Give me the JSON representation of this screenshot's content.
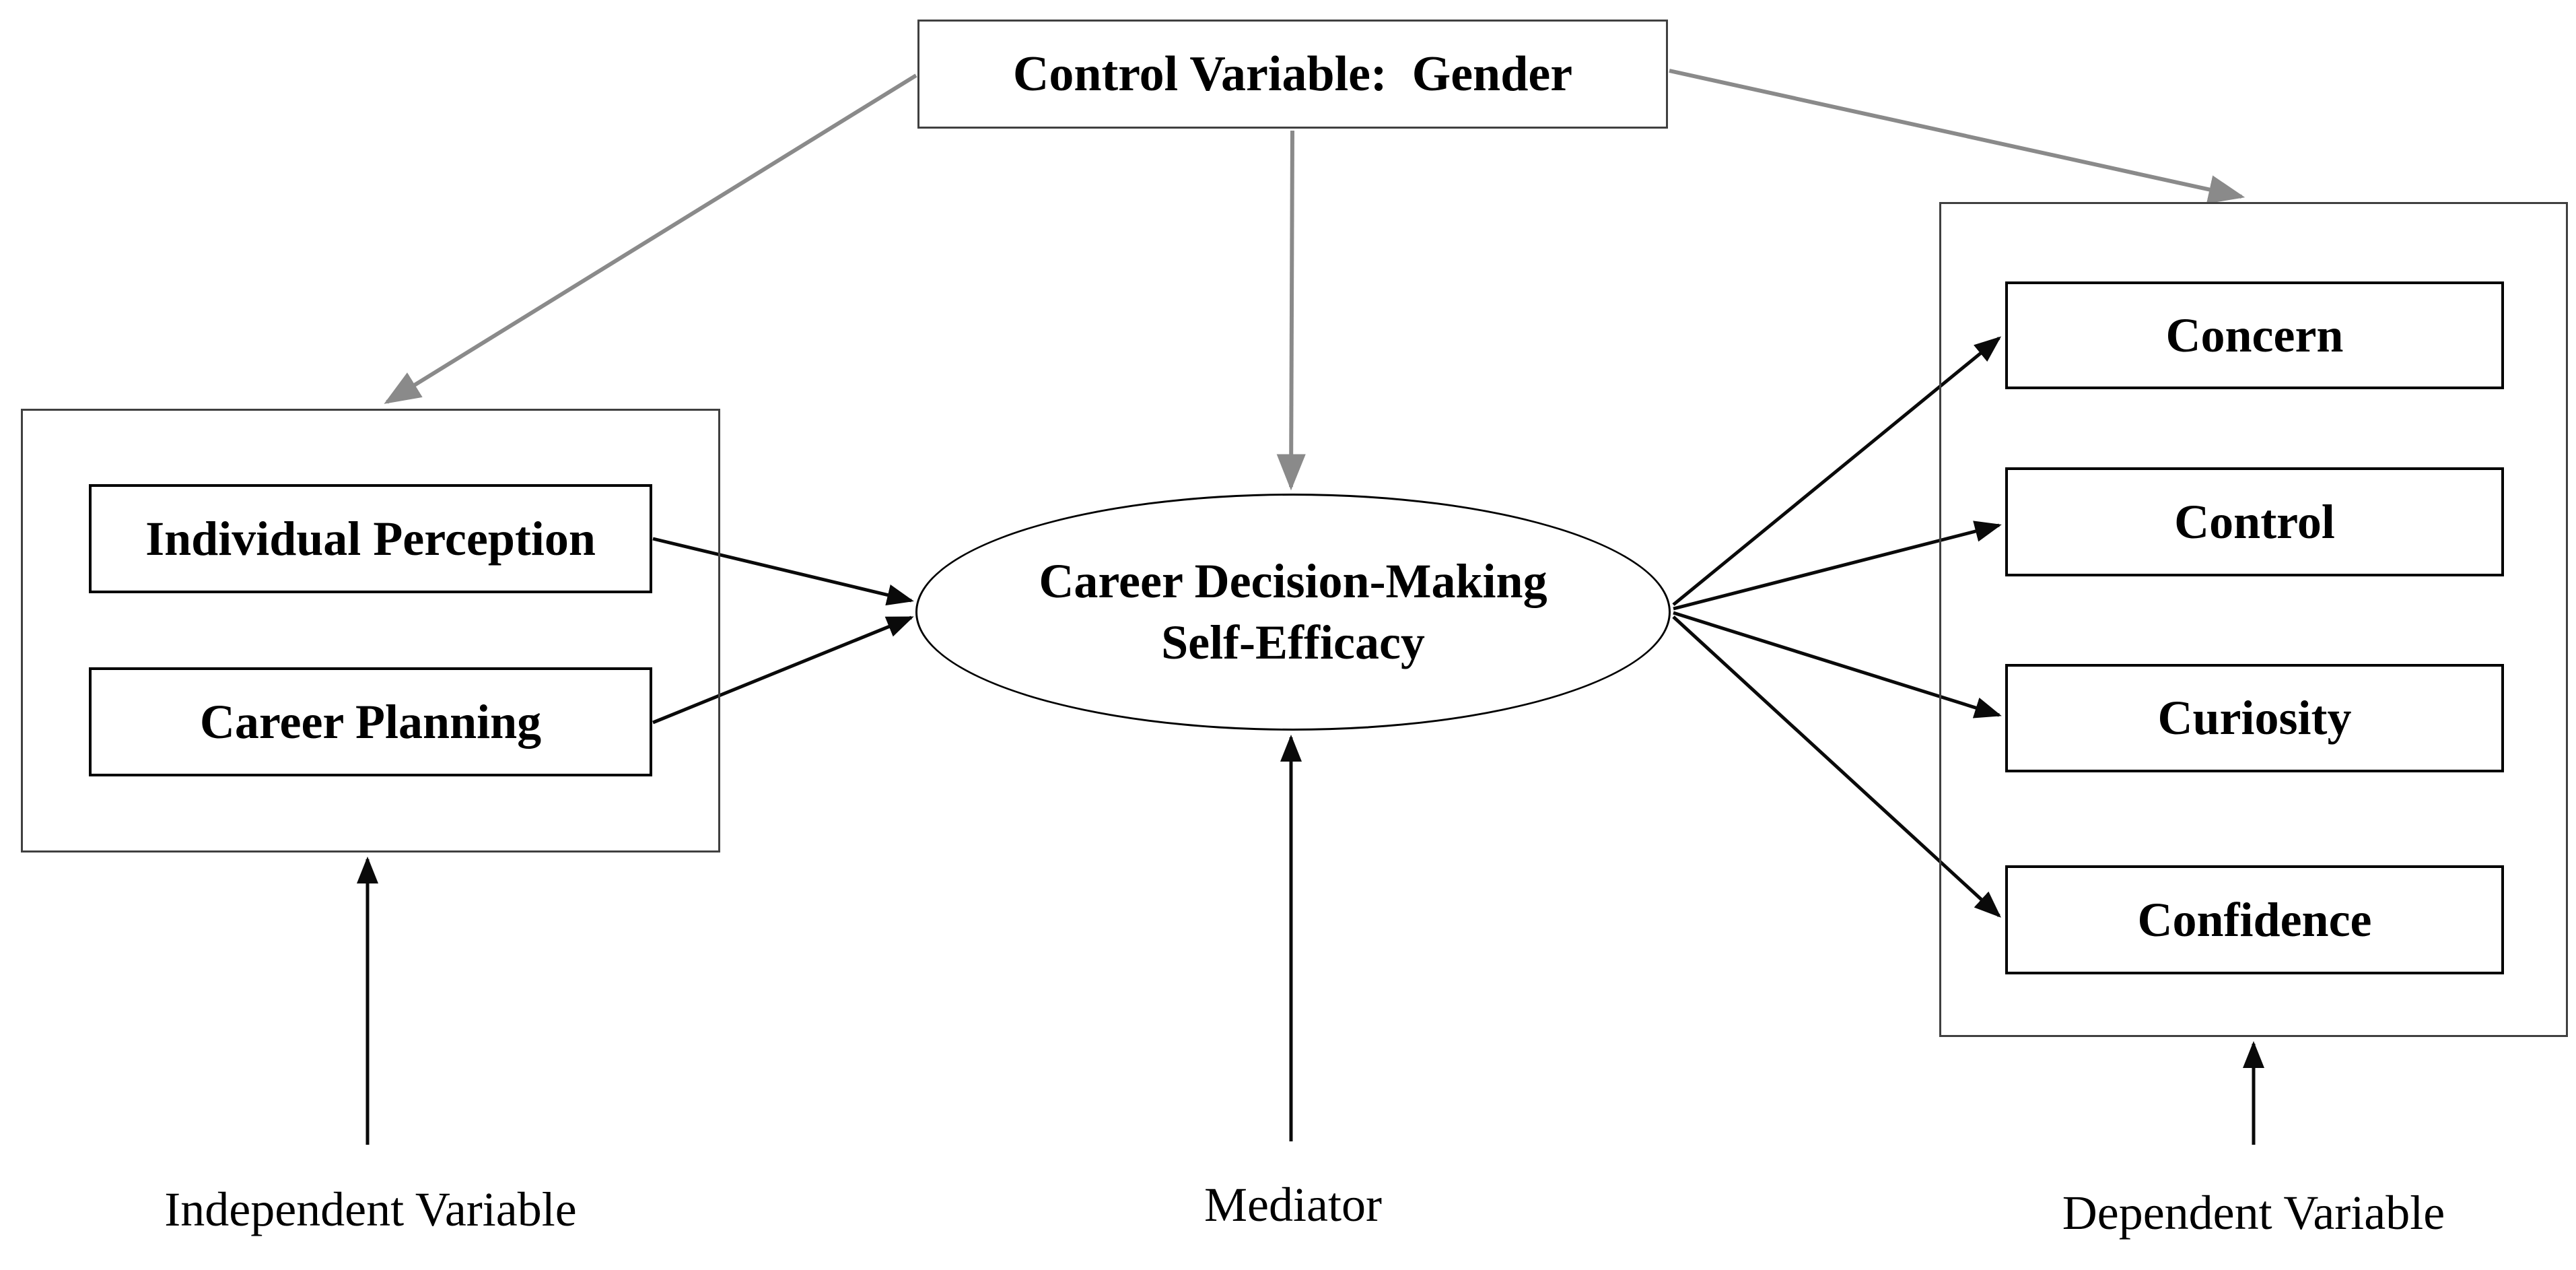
{
  "colors": {
    "background": "#ffffff",
    "black_line": "#0a0a0a",
    "gray_line": "#8a8a8a",
    "node_border": "#000000",
    "group_border": "#404040",
    "text": "#000000"
  },
  "control_variable": {
    "label": "Control Variable:  Gender"
  },
  "independent_group": {
    "items": [
      "Individual Perception",
      "Career Planning"
    ],
    "caption": "Independent Variable"
  },
  "mediator": {
    "label_line1": "Career Decision-Making",
    "label_line2": "Self-Efficacy",
    "caption": "Mediator"
  },
  "dependent_group": {
    "items": [
      "Concern",
      "Control",
      "Curiosity",
      "Confidence"
    ],
    "caption": "Dependent Variable"
  },
  "connections": [
    {
      "from": "control-variable-box",
      "to": "independent-group-box",
      "type": "gray-arrow"
    },
    {
      "from": "control-variable-box",
      "to": "mediator-ellipse",
      "type": "gray-arrow"
    },
    {
      "from": "control-variable-box",
      "to": "dependent-group-box",
      "type": "gray-arrow"
    },
    {
      "from": "individual-perception-box",
      "to": "mediator-ellipse",
      "type": "black-arrow"
    },
    {
      "from": "career-planning-box",
      "to": "mediator-ellipse",
      "type": "black-arrow"
    },
    {
      "from": "mediator-ellipse",
      "to": "concern-box",
      "type": "black-arrow"
    },
    {
      "from": "mediator-ellipse",
      "to": "control-box",
      "type": "black-arrow"
    },
    {
      "from": "mediator-ellipse",
      "to": "curiosity-box",
      "type": "black-arrow"
    },
    {
      "from": "mediator-ellipse",
      "to": "confidence-box",
      "type": "black-arrow"
    },
    {
      "from": "independent-variable-caption",
      "to": "independent-group-box",
      "type": "black-arrow"
    },
    {
      "from": "mediator-caption",
      "to": "mediator-ellipse",
      "type": "black-arrow"
    },
    {
      "from": "dependent-variable-caption",
      "to": "dependent-group-box",
      "type": "black-arrow"
    }
  ]
}
